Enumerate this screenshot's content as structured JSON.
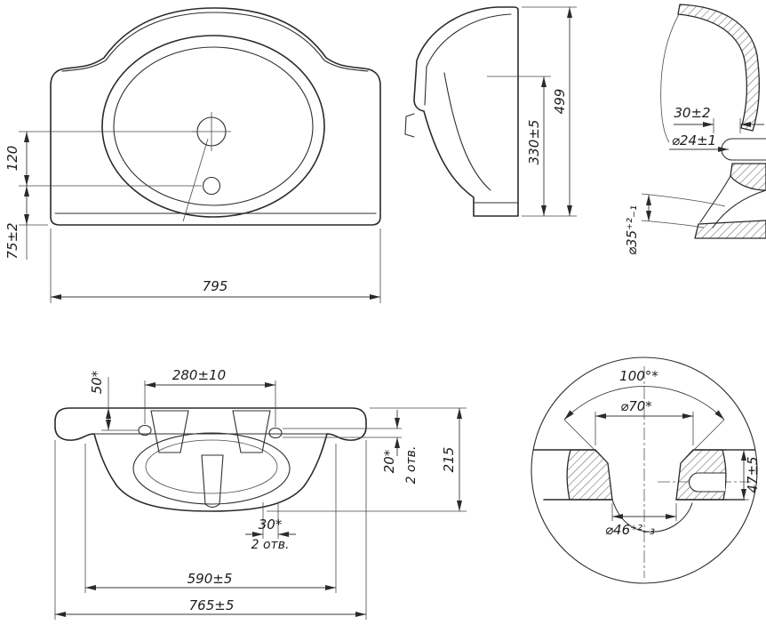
{
  "sheet": {
    "background": "#ffffff",
    "ink": "#2a2a2a",
    "description": "Washbasin technical drawing, five views with dimensions"
  },
  "views": {
    "front": {
      "name": "front view",
      "dims": {
        "faucet_to_overflow": "120",
        "overflow_to_bottom": "75±2",
        "overall_width": "795"
      }
    },
    "side": {
      "name": "side view",
      "dims": {
        "bowl_height": "330±5",
        "overall_height": "499"
      }
    },
    "rim_section": {
      "name": "rim cross-section",
      "dims": {
        "ledge_width": "30±2",
        "faucet_hole_dia": "⌀24±1",
        "overflow_hole_dia": "⌀35⁺²₋₁"
      }
    },
    "bottom": {
      "name": "bottom view",
      "dims": {
        "hole_edge_offset": "50*",
        "fixing_holes_span": "280±10",
        "fixing_hole_dia": "20*",
        "fixing_hole_qty": "2 отв.",
        "depth": "215",
        "slot_span": "30*",
        "slot_qty": "2 отв.",
        "bracket_span": "590±5",
        "overall_width": "765±5"
      }
    },
    "drain_detail": {
      "name": "drain detail",
      "dims": {
        "cone_angle": "100°*",
        "top_dia": "⌀70*",
        "depth": "47±5",
        "outlet_dia": "⌀46⁺²₋₃"
      }
    }
  }
}
